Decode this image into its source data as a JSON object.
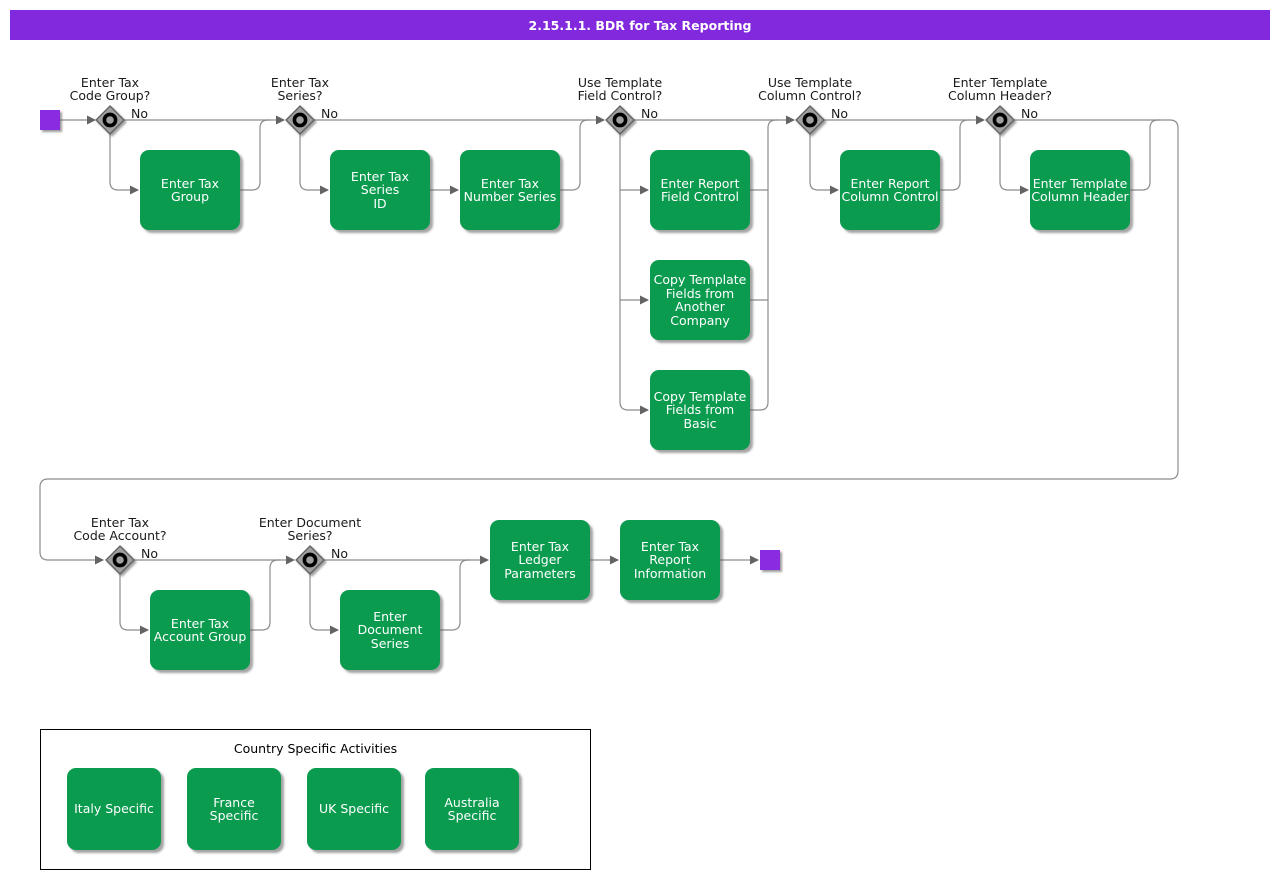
{
  "title": "2.15.1.1. BDR for Tax Reporting",
  "colors": {
    "title_bar": "#8228dd",
    "terminal_purple": "#8a2be2",
    "activity_green": "#0a9b4f",
    "line_gray": "#8c8c8c",
    "arrow_gray": "#646464",
    "diamond_fill": "#a0a0a0",
    "diamond_border": "#5f5f5f",
    "ring_black": "#000000"
  },
  "diagram": {
    "start": {
      "id": "start",
      "name": "start-node"
    },
    "end": {
      "id": "end",
      "name": "end-node"
    },
    "decisions": [
      {
        "id": "d1",
        "lines": [
          "Enter Tax",
          "Code Group?"
        ],
        "no_label": "No"
      },
      {
        "id": "d2",
        "lines": [
          "Enter Tax",
          "Series?"
        ],
        "no_label": "No"
      },
      {
        "id": "d3",
        "lines": [
          "Use Template",
          "Field Control?"
        ],
        "no_label": "No"
      },
      {
        "id": "d4",
        "lines": [
          "Use Template",
          "Column Control?"
        ],
        "no_label": "No"
      },
      {
        "id": "d5",
        "lines": [
          "Enter Template",
          "Column Header?"
        ],
        "no_label": "No"
      },
      {
        "id": "d6",
        "lines": [
          "Enter Tax",
          "Code Account?"
        ],
        "no_label": "No"
      },
      {
        "id": "d7",
        "lines": [
          "Enter Document",
          "Series?"
        ],
        "no_label": "No"
      }
    ],
    "activities": [
      {
        "id": "a1",
        "lines": [
          "Enter Tax Group"
        ]
      },
      {
        "id": "a2",
        "lines": [
          "Enter Tax Series",
          "ID"
        ]
      },
      {
        "id": "a3",
        "lines": [
          "Enter Tax",
          "Number Series"
        ]
      },
      {
        "id": "a4",
        "lines": [
          "Enter Report",
          "Field Control"
        ]
      },
      {
        "id": "a5",
        "lines": [
          "Copy Template",
          "Fields from",
          "Another",
          "Company"
        ]
      },
      {
        "id": "a6",
        "lines": [
          "Copy Template",
          "Fields from",
          "Basic"
        ]
      },
      {
        "id": "a7",
        "lines": [
          "Enter Report",
          "Column Control"
        ]
      },
      {
        "id": "a8",
        "lines": [
          "Enter Template",
          "Column Header"
        ]
      },
      {
        "id": "a9",
        "lines": [
          "Enter Tax",
          "Account Group"
        ]
      },
      {
        "id": "a10",
        "lines": [
          "Enter Document",
          "Series"
        ]
      },
      {
        "id": "a11",
        "lines": [
          "Enter Tax",
          "Ledger",
          "Parameters"
        ]
      },
      {
        "id": "a12",
        "lines": [
          "Enter Tax",
          "Report",
          "Information"
        ]
      }
    ],
    "country_group": {
      "title": "Country Specific Activities",
      "activities": [
        {
          "id": "c1",
          "lines": [
            "Italy Specific"
          ]
        },
        {
          "id": "c2",
          "lines": [
            "France Specific"
          ]
        },
        {
          "id": "c3",
          "lines": [
            "UK Specific"
          ]
        },
        {
          "id": "c4",
          "lines": [
            "Australia",
            "Specific"
          ]
        }
      ]
    }
  }
}
